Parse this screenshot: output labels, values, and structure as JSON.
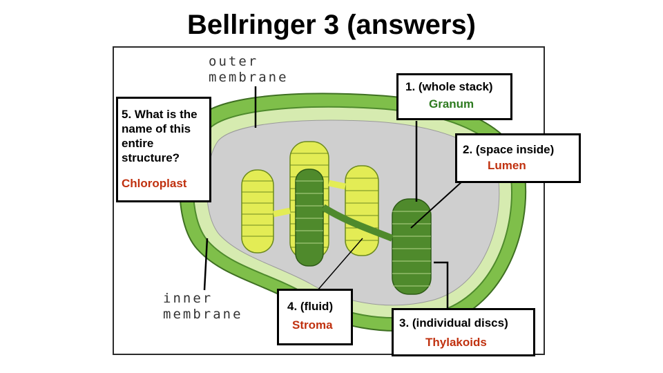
{
  "title": "Bellringer 3 (answers)",
  "diagram_labels": {
    "outer_line1": "outer",
    "outer_line2": "membrane",
    "inner_line1": "inner",
    "inner_line2": "membrane"
  },
  "callouts": [
    {
      "question": "1. (whole stack)",
      "answer": "Granum"
    },
    {
      "question": "2. (space inside)",
      "answer": "Lumen"
    },
    {
      "question": "3. (individual discs)",
      "answer": "Thylakoids"
    },
    {
      "question": "4. (fluid)",
      "answer": "Stroma"
    },
    {
      "question": "5. What is the name of this entire structure?",
      "answer": "Chloroplast"
    }
  ],
  "colors": {
    "outer_green": "#7fbf4a",
    "inner_light": "#d6ebb0",
    "stroma_gray": "#cfcfcf",
    "granum_yellow": "#e3ec55",
    "granum_dark": "#4f8a2c",
    "answer_red": "#c0310f",
    "answer_green": "#2d7a1f"
  }
}
